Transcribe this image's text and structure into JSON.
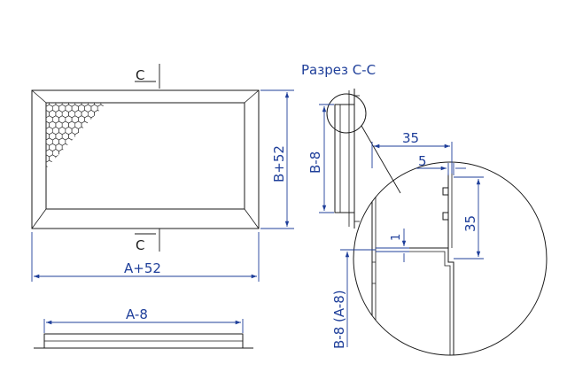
{
  "section_marks": {
    "top": "C",
    "bottom": "C"
  },
  "section_title": "Разрез С-С",
  "dimensions": {
    "front_width": "A+52",
    "front_height": "B+52",
    "bottom_width": "A-8",
    "side_height": "B-8",
    "detail_width": "35",
    "detail_gap": "5",
    "detail_height": "35",
    "detail_thickness": "1",
    "detail_inner_height": "B-8 (A-8)"
  },
  "colors": {
    "dimension": "#1f3f9a",
    "outline": "#1a1a1a"
  }
}
